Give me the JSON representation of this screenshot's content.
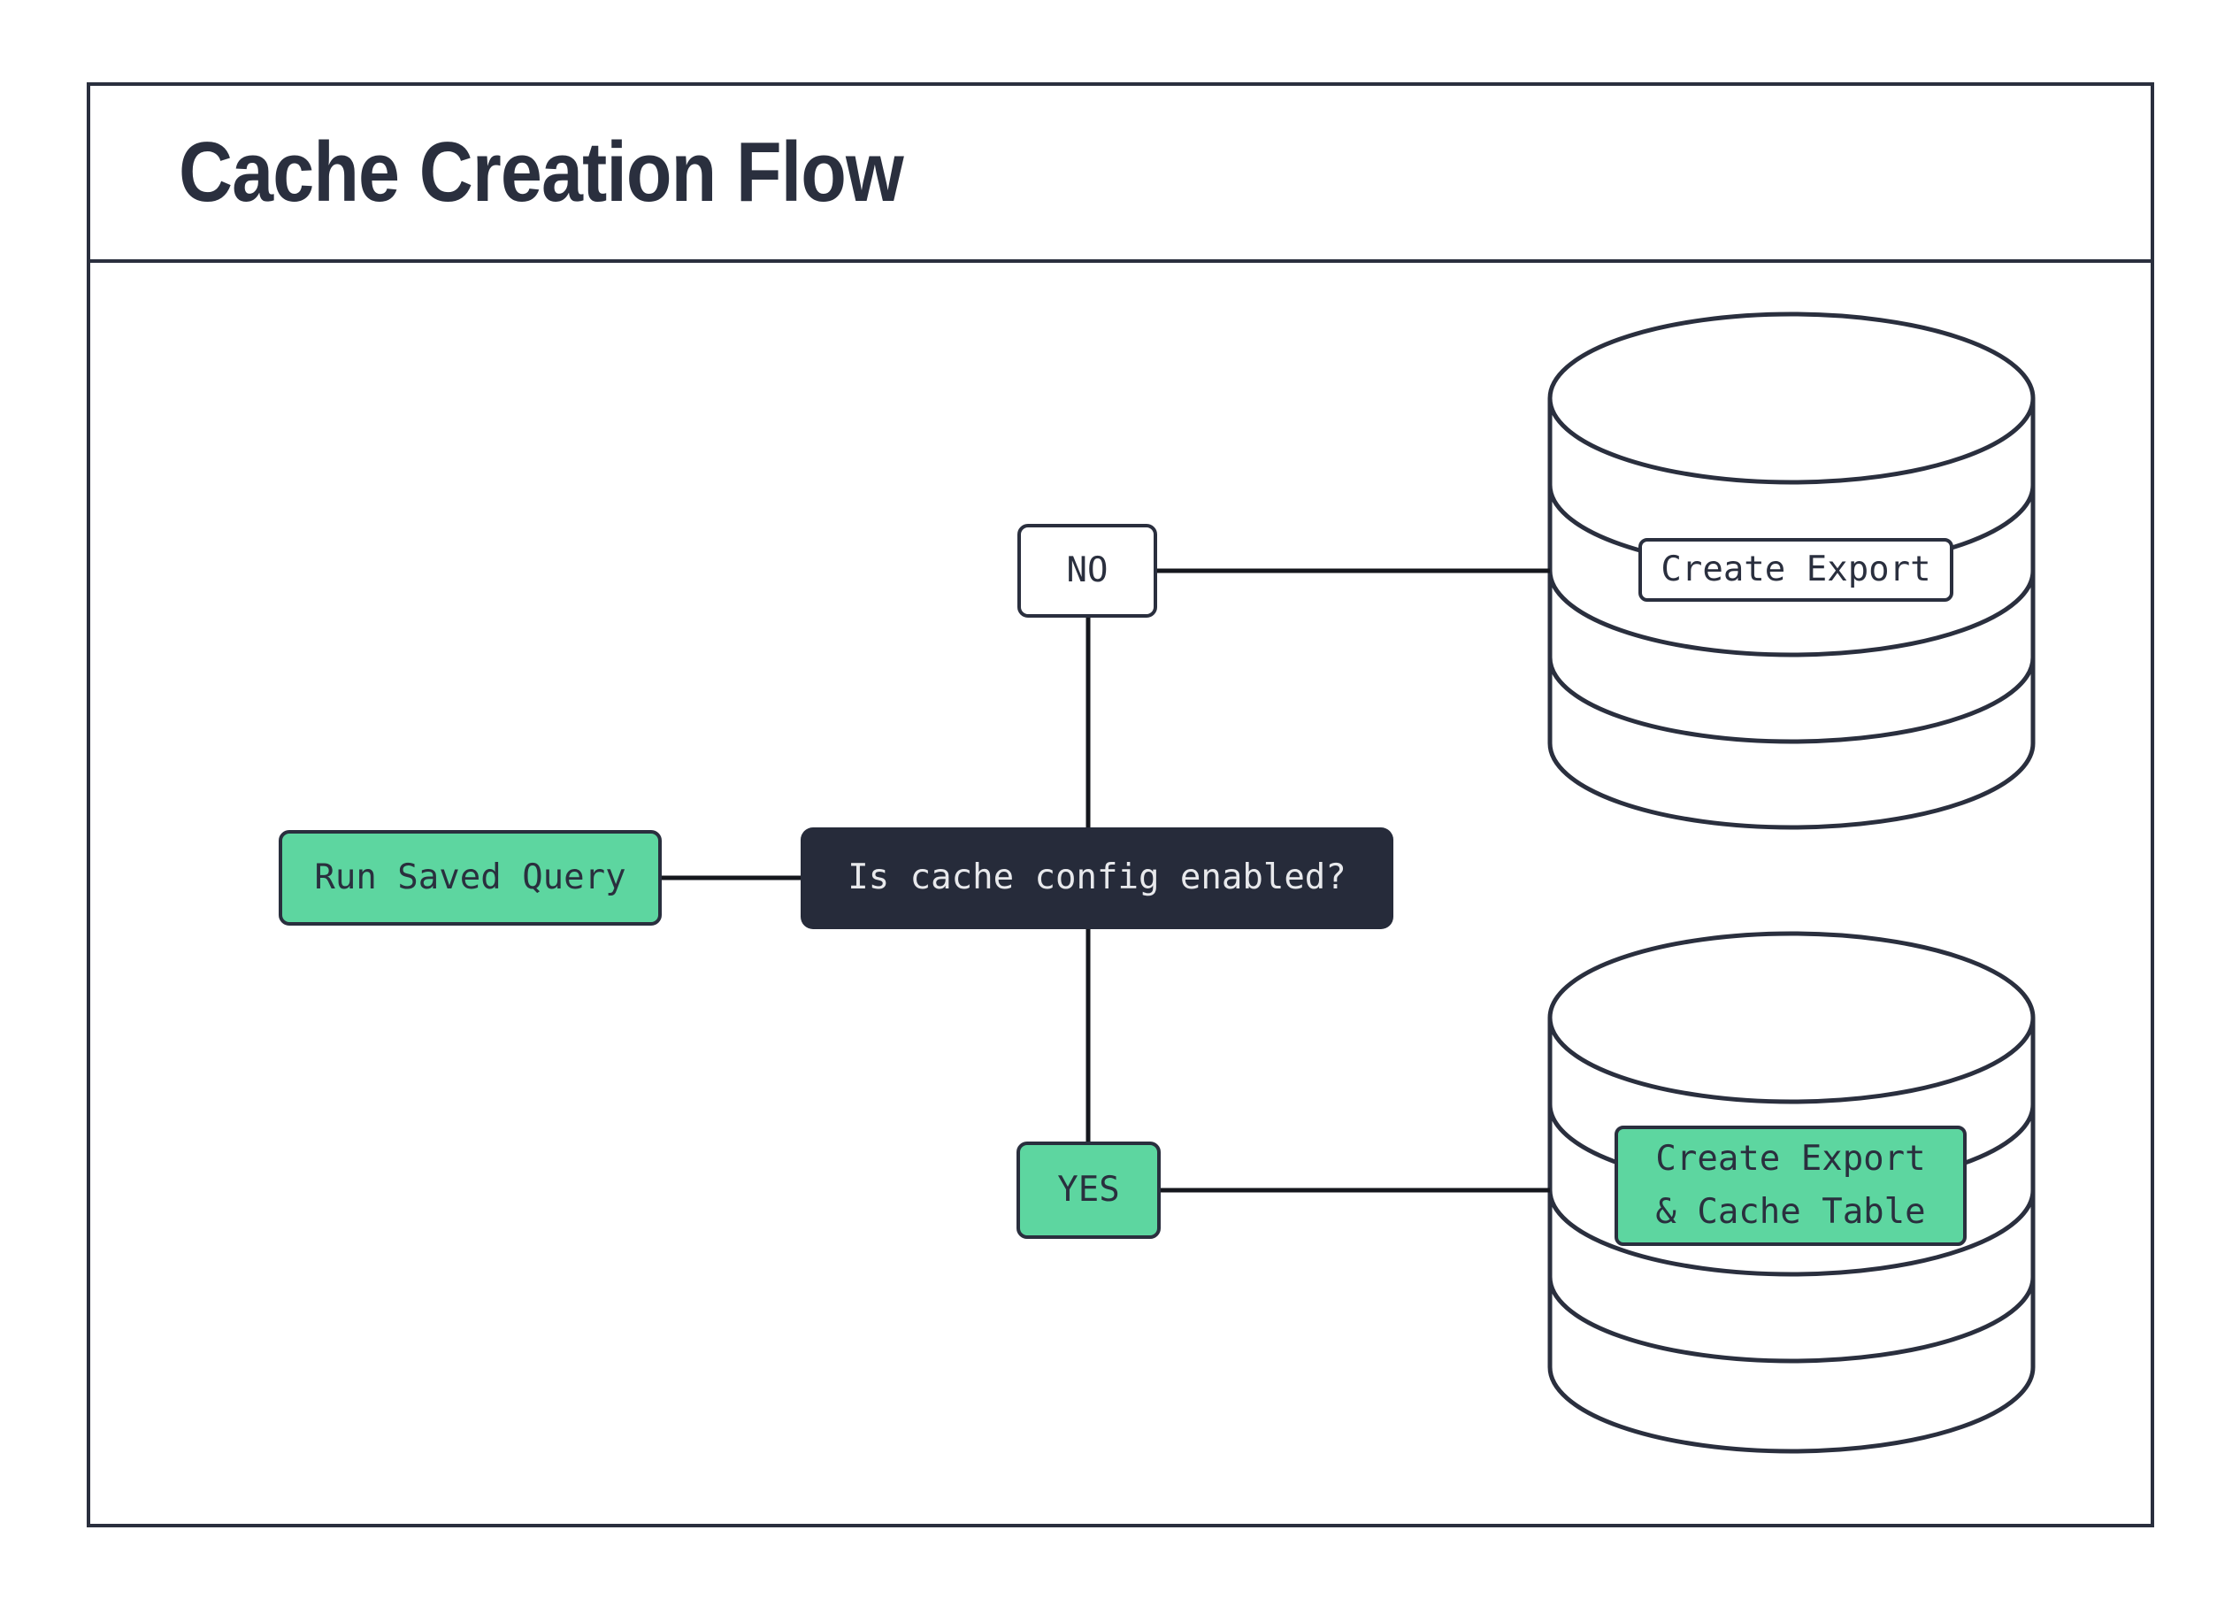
{
  "title": "Cache Creation Flow",
  "nodes": {
    "run_saved_query": {
      "label": "Run Saved Query"
    },
    "question": {
      "label": "Is cache config enabled?"
    },
    "no_branch": {
      "label": "NO"
    },
    "yes_branch": {
      "label": "YES"
    },
    "export_label": {
      "label": "Create Export"
    },
    "export_cache_label": {
      "line1": "Create Export",
      "line2": "& Cache Table"
    }
  },
  "colors": {
    "ink": "#2a2f3e",
    "dark_fill": "#262b3a",
    "green": "#5dd6a0",
    "light_text": "#e8e9ec",
    "background": "#ffffff"
  }
}
